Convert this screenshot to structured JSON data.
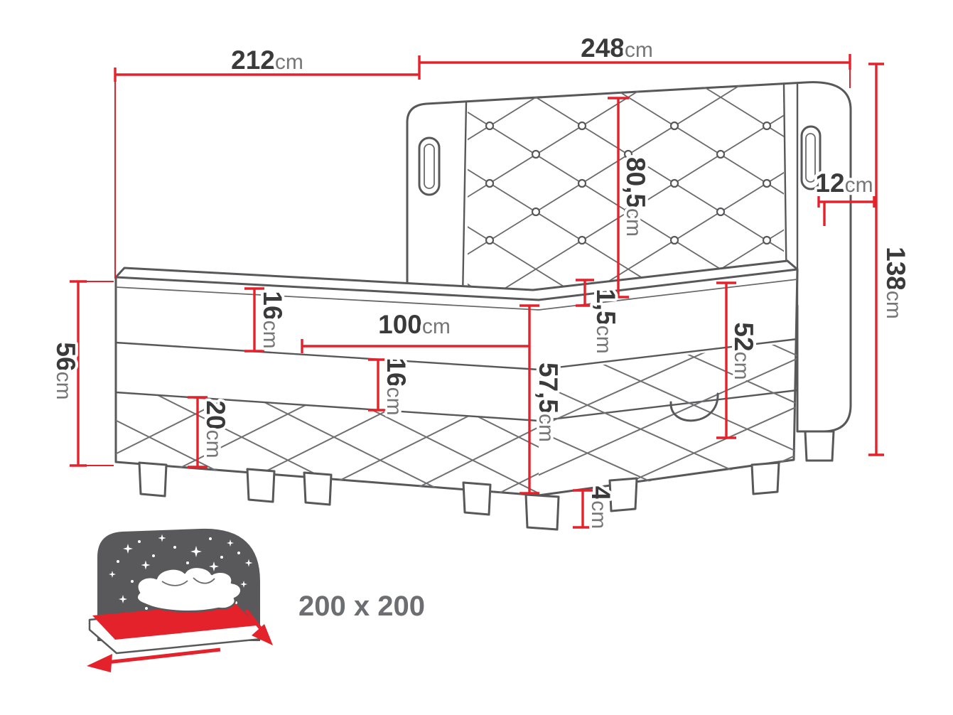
{
  "diagram": {
    "labels": {
      "w212": {
        "value": "212",
        "unit": "cm"
      },
      "w248": {
        "value": "248",
        "unit": "cm"
      },
      "h805": {
        "value": "80,5",
        "unit": "cm"
      },
      "w12": {
        "value": "12",
        "unit": "cm"
      },
      "h138": {
        "value": "138",
        "unit": "cm"
      },
      "h56": {
        "value": "56",
        "unit": "cm"
      },
      "t16_upper": {
        "value": "16",
        "unit": "cm"
      },
      "l100": {
        "value": "100",
        "unit": "cm"
      },
      "t15": {
        "value": "1,5",
        "unit": "cm"
      },
      "h52": {
        "value": "52",
        "unit": "cm"
      },
      "t16_lower": {
        "value": "16",
        "unit": "cm"
      },
      "h575": {
        "value": "57,5",
        "unit": "cm"
      },
      "h20": {
        "value": "20",
        "unit": "cm"
      },
      "h4": {
        "value": "4",
        "unit": "cm"
      }
    },
    "icon_caption": "200 x 200",
    "colors": {
      "dimension_line": "#e4222b",
      "drawing_outline": "#58585a",
      "number_text": "#3a3a3a",
      "unit_text": "#767676",
      "icon_gray": "#59595b",
      "icon_red": "#e4222b",
      "caption_gray": "#6d6e71"
    }
  }
}
